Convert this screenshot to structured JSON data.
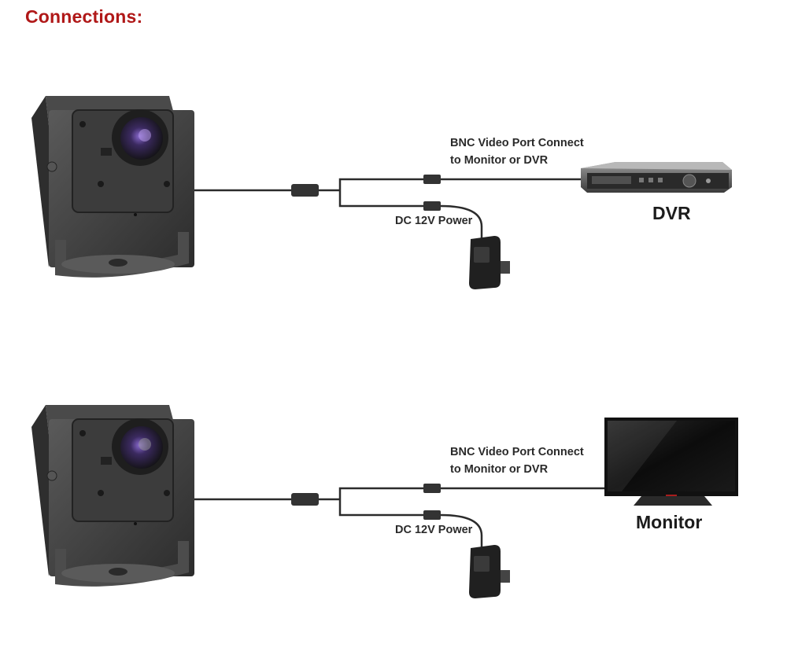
{
  "title": "Connections:",
  "diagrams": [
    {
      "video_label_line1": "BNC Video Port Connect",
      "video_label_line2": "to Monitor or DVR",
      "power_label": "DC 12V Power",
      "device_label": "DVR",
      "device_icon": "dvr-icon"
    },
    {
      "video_label_line1": "BNC Video Port Connect",
      "video_label_line2": "to Monitor or DVR",
      "power_label": "DC 12V Power",
      "device_label": "Monitor",
      "device_icon": "monitor-icon"
    }
  ],
  "colors": {
    "title": "#b01818",
    "cable": "#2b2b2b",
    "camera": "#3a3a3a"
  }
}
